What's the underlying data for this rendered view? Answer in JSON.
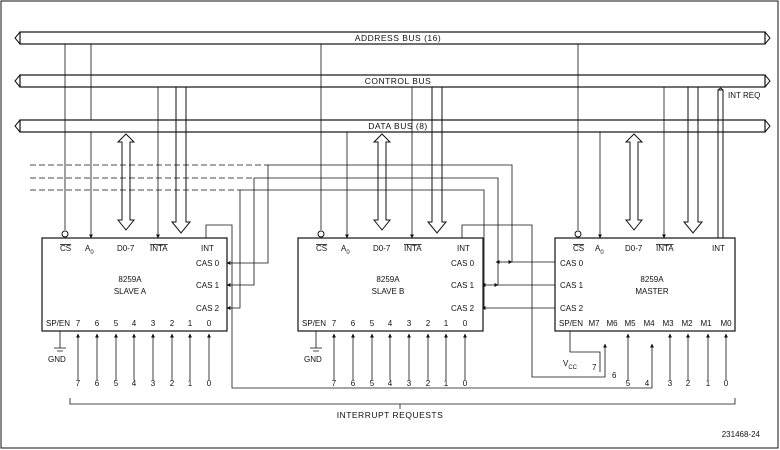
{
  "buses": {
    "address": "ADDRESS BUS (16)",
    "control": "CONTROL BUS",
    "data": "DATA BUS (8)",
    "int_req": "INT REQ"
  },
  "pins": {
    "cs": "CS",
    "a0": "A",
    "a0_sub": "0",
    "d07": "D0-7",
    "inta": "INTA",
    "int": "INT",
    "cas0": "CAS 0",
    "cas1": "CAS 1",
    "cas2": "CAS 2",
    "spen": "SP/EN"
  },
  "chips": {
    "slave_a": {
      "part": "8259A",
      "name": "SLAVE A",
      "ir": [
        "7",
        "6",
        "5",
        "4",
        "3",
        "2",
        "1",
        "0"
      ]
    },
    "slave_b": {
      "part": "8259A",
      "name": "SLAVE B",
      "ir": [
        "7",
        "6",
        "5",
        "4",
        "3",
        "2",
        "1",
        "0"
      ]
    },
    "master": {
      "part": "8259A",
      "name": "MASTER",
      "ir": [
        "M7",
        "M6",
        "M5",
        "M4",
        "M3",
        "M2",
        "M1",
        "M0"
      ]
    }
  },
  "labels": {
    "gnd": "GND",
    "vcc": "V",
    "vcc_sub": "CC",
    "interrupt_requests": "INTERRUPT REQUESTS",
    "figure_id": "231468-24"
  },
  "request_lines": {
    "slave_a": [
      "7",
      "6",
      "5",
      "4",
      "3",
      "2",
      "1",
      "0"
    ],
    "slave_b": [
      "7",
      "6",
      "5",
      "4",
      "3",
      "2",
      "1",
      "0"
    ],
    "master": [
      "7",
      "6",
      "5",
      "4",
      "3",
      "2",
      "1",
      "0"
    ]
  }
}
